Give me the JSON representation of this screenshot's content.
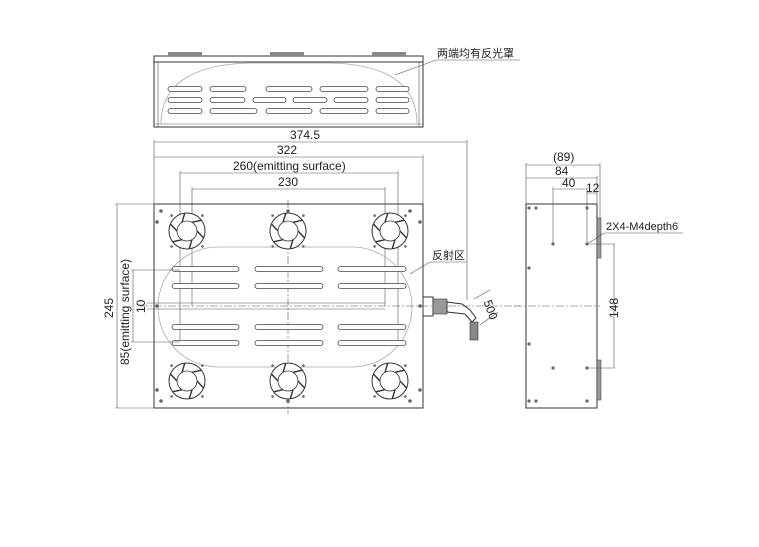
{
  "drawing": {
    "top_view": {
      "callout": "两端均有反光罩"
    },
    "front_view": {
      "dims": {
        "overall_width": "374.5",
        "body_width": "322",
        "emitting_width": "260(emitting surface)",
        "hole_span": "230",
        "height": "245",
        "emitting_height": "85(emitting surface)",
        "center_gap": "10",
        "cable": "500"
      },
      "callout": "反射区"
    },
    "side_view": {
      "dims": {
        "overall_depth": "(89)",
        "depth": "84",
        "hole_offset": "40",
        "rail": "12",
        "hole_pitch": "148"
      },
      "callout": "2X4-M4depth6"
    }
  }
}
